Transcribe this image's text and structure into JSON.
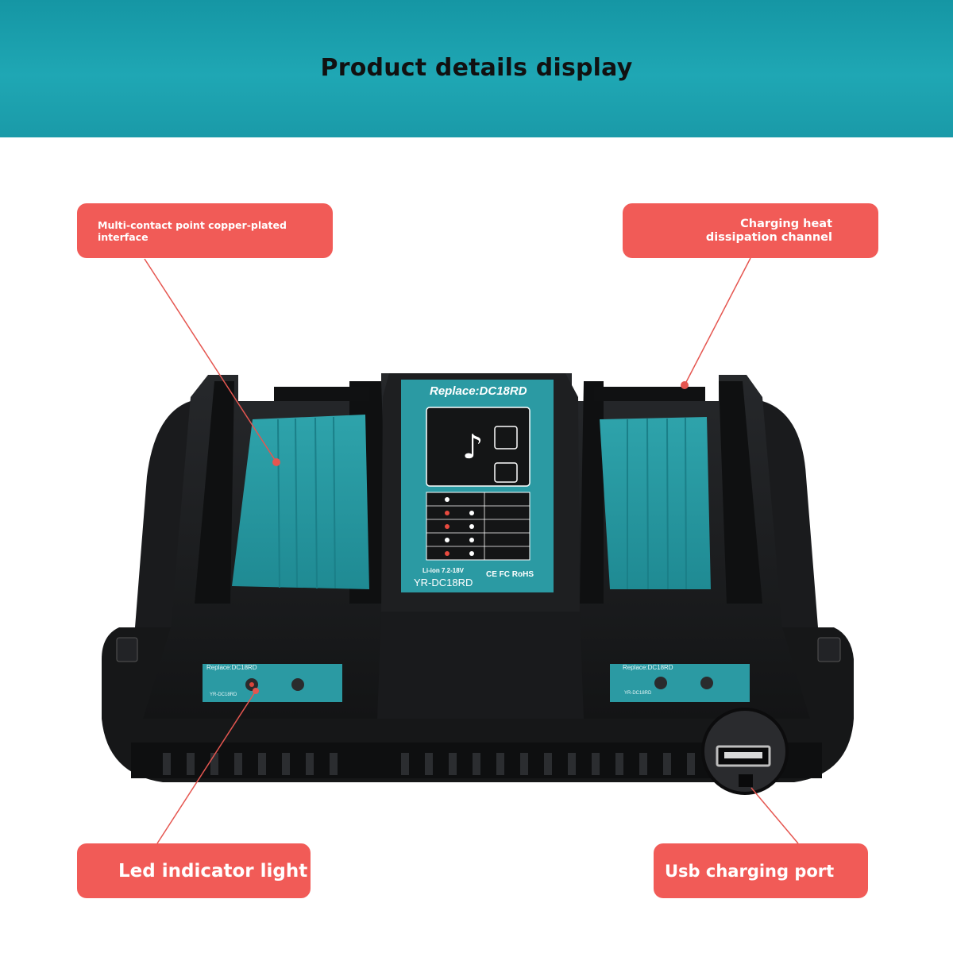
{
  "header": {
    "title": "Product details display"
  },
  "callouts": {
    "contact_interface": "Multi-contact point copper-plated interface",
    "heat_channel": "Charging heat dissipation channel",
    "led_light": "Led indicator light",
    "usb_port": "Usb charging port"
  },
  "product": {
    "top_brand": "Replace:DC18RD",
    "spec_line": "Li-ion 7.2-18V",
    "marks": "CE FC RoHS",
    "model": "YR-DC18RD",
    "panel_brand_left": "Replace:DC18RD",
    "panel_model_left": "YR-DC18RD",
    "panel_brand_right": "Replace:DC18RD",
    "panel_model_right": "YR-DC18RD",
    "note_glyph": "♪"
  },
  "colors": {
    "header": "#1fa7b4",
    "callout": "#f15b57",
    "body": "#1b1c1e",
    "teal": "#2a9aa2"
  }
}
